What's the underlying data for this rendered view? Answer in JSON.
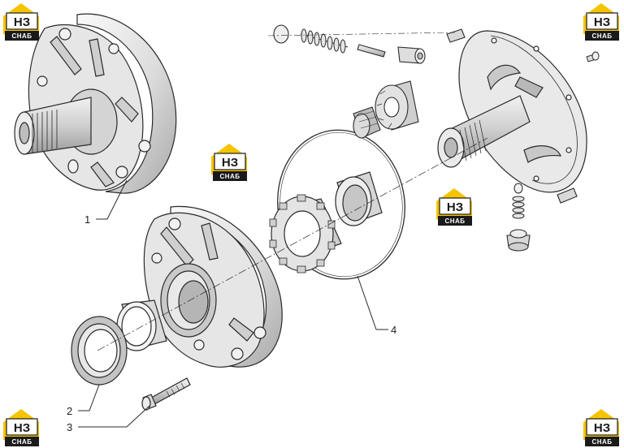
{
  "callouts": [
    {
      "id": "1",
      "label": "1"
    },
    {
      "id": "2",
      "label": "2"
    },
    {
      "id": "3",
      "label": "3"
    },
    {
      "id": "4",
      "label": "4"
    }
  ],
  "watermark": {
    "letters": "НЗ",
    "word": "СНАБ",
    "accent_color": "#f5c400",
    "bar_color": "#1a1a1a"
  },
  "colors": {
    "line": "#2a2a2a",
    "shade": "#bdbdbd",
    "mid": "#d9d9d9",
    "light": "#f4f4f4"
  }
}
